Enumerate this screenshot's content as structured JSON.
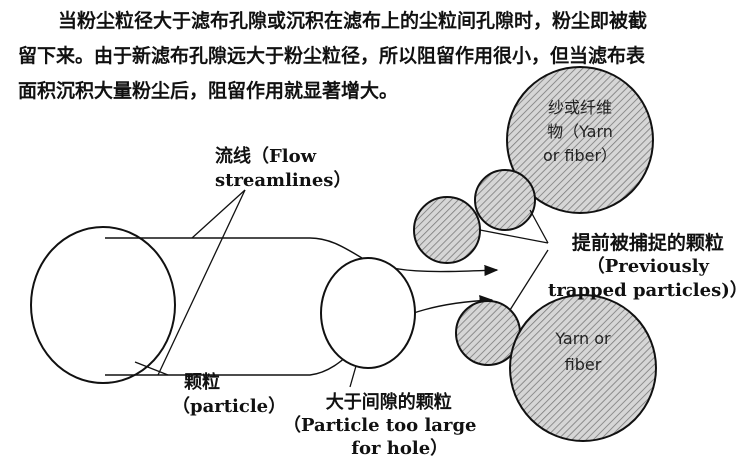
{
  "paragraph": {
    "line1": "当粉尘粒径大于滤布孔隙或沉积在滤布上的尘粒间孔隙时，粉尘即被截",
    "line2": "留下来。由于新滤布孔隙远大于粉尘粒径，所以阻留作用很小，但当滤布表",
    "line3": "面积沉积大量粉尘后，阻留作用就显著增大。"
  },
  "labels": {
    "streamlines": {
      "zh": "流线（Flow",
      "en": "streamlines）"
    },
    "particle": {
      "zh": "颗粒",
      "en": "（particle）"
    },
    "too_large": {
      "zh": "大于间隙的颗粒",
      "en1": "（Particle too large",
      "en2": "for  hole）"
    },
    "trapped": {
      "zh": "提前被捕捉的颗粒",
      "en1": "（Previously",
      "en2": "trapped particles)）"
    },
    "fiber_top": {
      "l1": "纱或纤维",
      "l2": "物（Yarn",
      "l3": "or fiber）"
    },
    "fiber_bottom": {
      "l1": "Yarn or",
      "l2": "fiber"
    }
  },
  "colors": {
    "ink": "#111111",
    "hatch_fill": "#d9d9d9",
    "background": "#ffffff"
  }
}
